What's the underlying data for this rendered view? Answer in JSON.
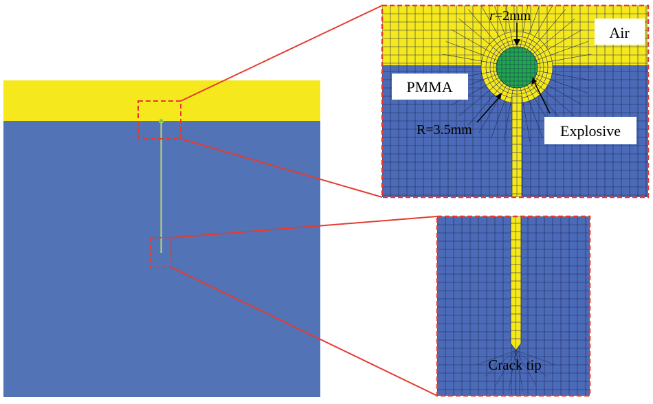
{
  "labels": {
    "air": "Air",
    "pmma": "PMMA",
    "explosive": "Explosive",
    "small_radius_var": "r",
    "small_radius_val": "=2mm",
    "large_radius": "R=3.5mm",
    "crack_tip": "Crack tip"
  },
  "colors": {
    "air_yellow": "#f5e81c",
    "pmma_blue": "#5274b6",
    "mesh_blue": "#4b6ab7",
    "explosive_green": "#1fa84a",
    "crack_line": "#c8d96a",
    "callout_red": "#e53b2f",
    "mesh_line": "#1f2a5a"
  }
}
